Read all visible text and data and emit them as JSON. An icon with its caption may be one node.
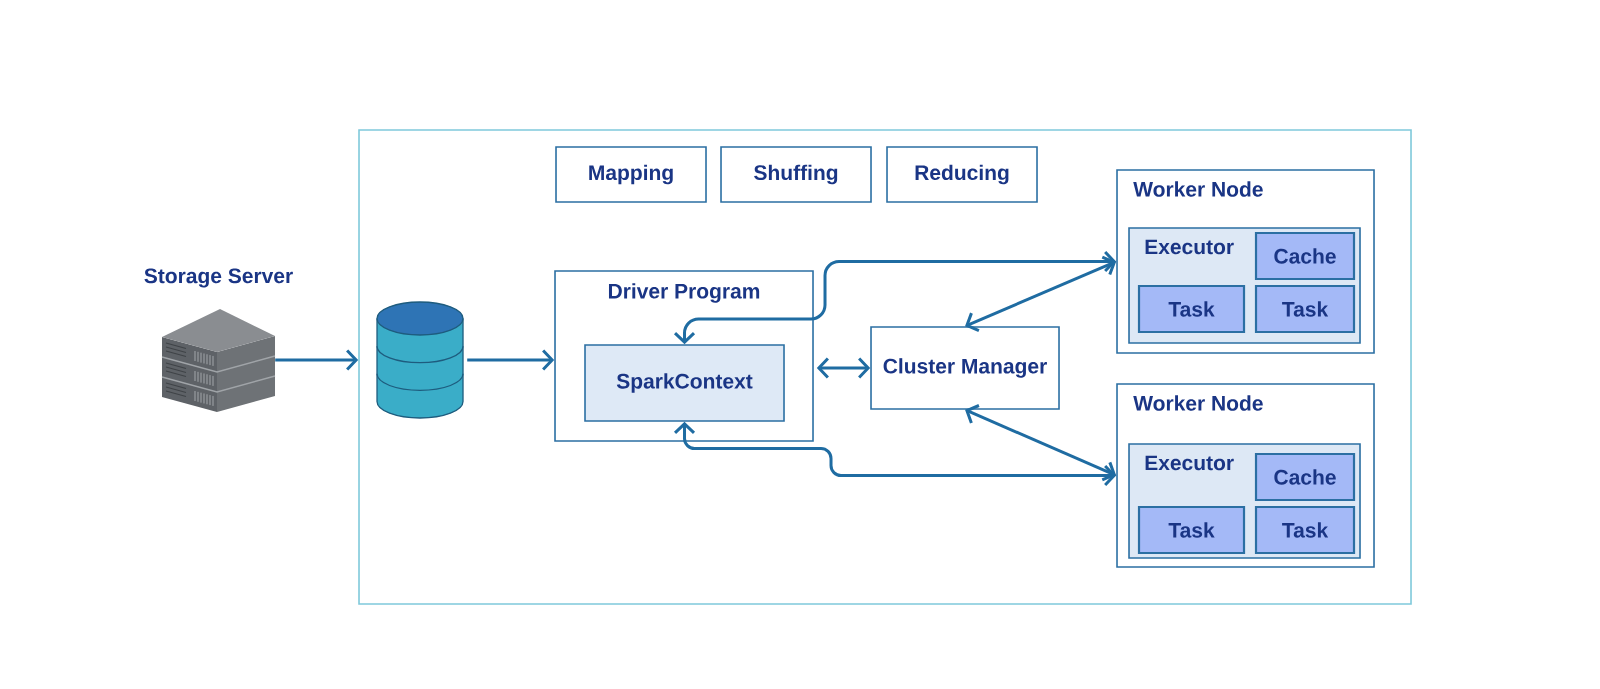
{
  "diagram": {
    "nodes": [
      {
        "text": [
          "Storage Server"
        ]
      },
      {
        "text": [],
        "shape": "box"
      },
      {
        "text": [],
        "shape": "cylinder",
        "in": 1
      },
      {
        "text": [
          "Mapping"
        ],
        "in": 1
      },
      {
        "text": [
          "Shuffing"
        ],
        "in": 1
      },
      {
        "text": [
          "Reducing"
        ],
        "in": 1
      },
      {
        "text": [
          "Driver Program"
        ],
        "in": 1
      },
      {
        "text": [
          "SparkContext"
        ],
        "in": 6
      },
      {
        "text": [
          "Cluster Manager"
        ],
        "in": 1
      },
      {
        "text": [
          "Worker Node"
        ],
        "in": 1
      },
      {
        "text": [
          "Executor"
        ],
        "in": 9
      },
      {
        "text": [
          "Cache"
        ],
        "in": 10
      },
      {
        "text": [
          "Task"
        ],
        "in": 10
      },
      {
        "text": [
          "Task"
        ],
        "in": 10
      },
      {
        "text": [
          "Worker Node"
        ],
        "in": 1
      },
      {
        "text": [
          "Executor"
        ],
        "in": 14
      },
      {
        "text": [
          "Cache"
        ],
        "in": 15
      },
      {
        "text": [
          "Task"
        ],
        "in": 15
      },
      {
        "text": [
          "Task"
        ],
        "in": 15
      }
    ],
    "edges": [
      {
        "from": 0,
        "to": 1,
        "arrow": "to"
      },
      {
        "from": 2,
        "to": 6,
        "arrow": "to"
      },
      {
        "from": 6,
        "to": 8,
        "arrow": "both"
      },
      {
        "from": 7,
        "to": 9,
        "arrow": "both"
      },
      {
        "from": 8,
        "to": 9,
        "arrow": "both"
      },
      {
        "from": 8,
        "to": 14,
        "arrow": "both"
      },
      {
        "from": 7,
        "to": 14,
        "arrow": "both"
      }
    ]
  }
}
